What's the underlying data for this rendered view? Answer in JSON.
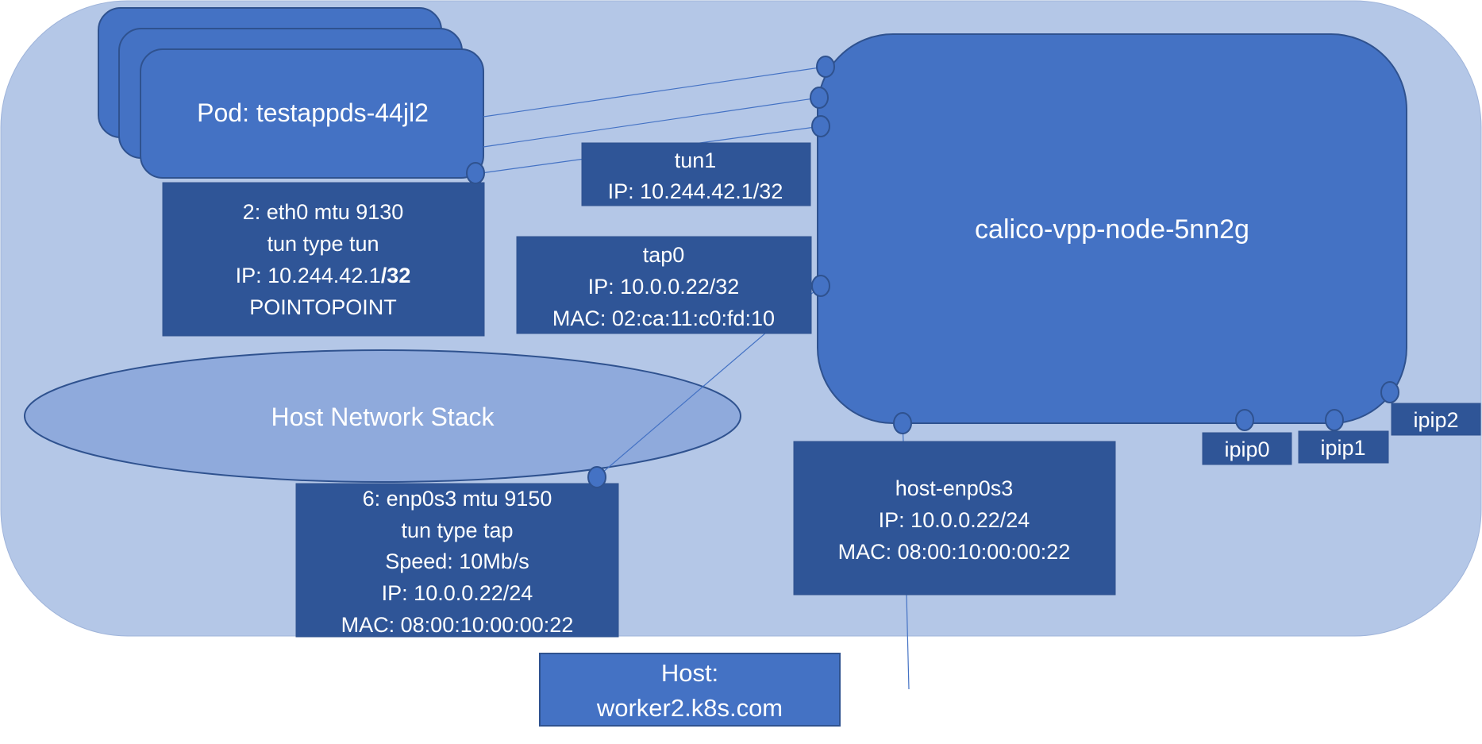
{
  "colors": {
    "host_bg": "#b4c7e7",
    "box_dark": "#2f5597",
    "box_mid": "#4472c4",
    "ellipse": "#8faadc",
    "stroke": "#2f528f",
    "text": "#ffffff"
  },
  "pod": {
    "label": "Pod: testappds-44jl2"
  },
  "node": {
    "label": "calico-vpp-node-5nn2g"
  },
  "host_network": {
    "label": "Host Network Stack"
  },
  "host": {
    "line1": "Host:",
    "line2": "worker2.k8s.com"
  },
  "eth0": {
    "line1": "2: eth0 mtu 9130",
    "line2": "tun type tun",
    "line3_prefix": "IP: 10.244.42.1",
    "line3_suffix": "/32",
    "line4": "POINTOPOINT"
  },
  "tun1": {
    "line1": "tun1",
    "line2": "IP: 10.244.42.1/32"
  },
  "tap0": {
    "line1": "tap0",
    "line2": "IP: 10.0.0.22/32",
    "line3": "MAC: 02:ca:11:c0:fd:10"
  },
  "enp0s3": {
    "line1": "6: enp0s3  mtu 9150",
    "line2": "tun type tap",
    "line3": "Speed: 10Mb/s",
    "line4": "IP: 10.0.0.22/24",
    "line5": "MAC: 08:00:10:00:00:22"
  },
  "host_enp0s3": {
    "line1": "host-enp0s3",
    "line2": "IP: 10.0.0.22/24",
    "line3": "MAC: 08:00:10:00:00:22"
  },
  "ipip": {
    "ipip0": "ipip0",
    "ipip1": "ipip1",
    "ipip2": "ipip2"
  }
}
